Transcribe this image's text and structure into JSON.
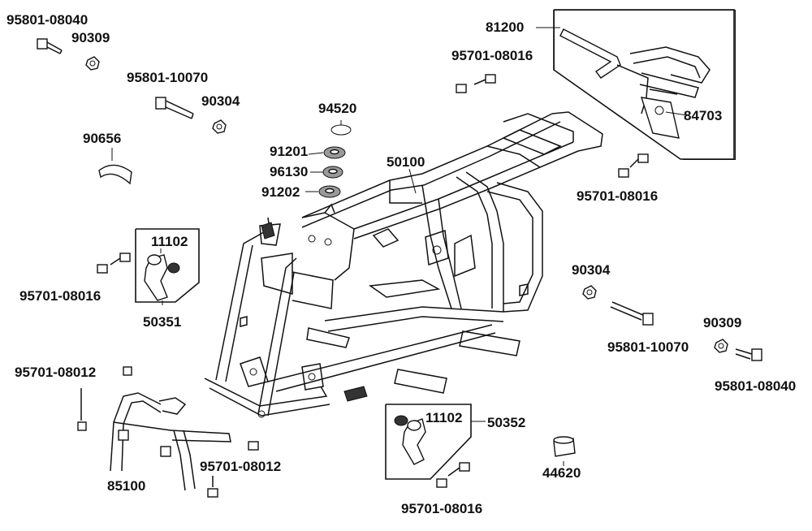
{
  "labels": {
    "p95801_08040_a": "95801-08040",
    "p90309_a": "90309",
    "p95801_10070_a": "95801-10070",
    "p90304_a": "90304",
    "p90656": "90656",
    "p94520": "94520",
    "p91201": "91201",
    "p96130": "96130",
    "p91202": "91202",
    "p50100": "50100",
    "p81200": "81200",
    "p95701_08016_a": "95701-08016",
    "p84703": "84703",
    "p95701_08016_b": "95701-08016",
    "p11102_a": "11102",
    "p95701_08016_c": "95701-08016",
    "p50351": "50351",
    "p90304_b": "90304",
    "p95801_10070_b": "95801-10070",
    "p90309_b": "90309",
    "p95801_08040_b": "95801-08040",
    "p95701_08012_a": "95701-08012",
    "p85100": "85100",
    "p95701_08012_b": "95701-08012",
    "p11102_b": "11102",
    "p50352": "50352",
    "p44620": "44620",
    "p95701_08016_d": "95701-08016"
  }
}
